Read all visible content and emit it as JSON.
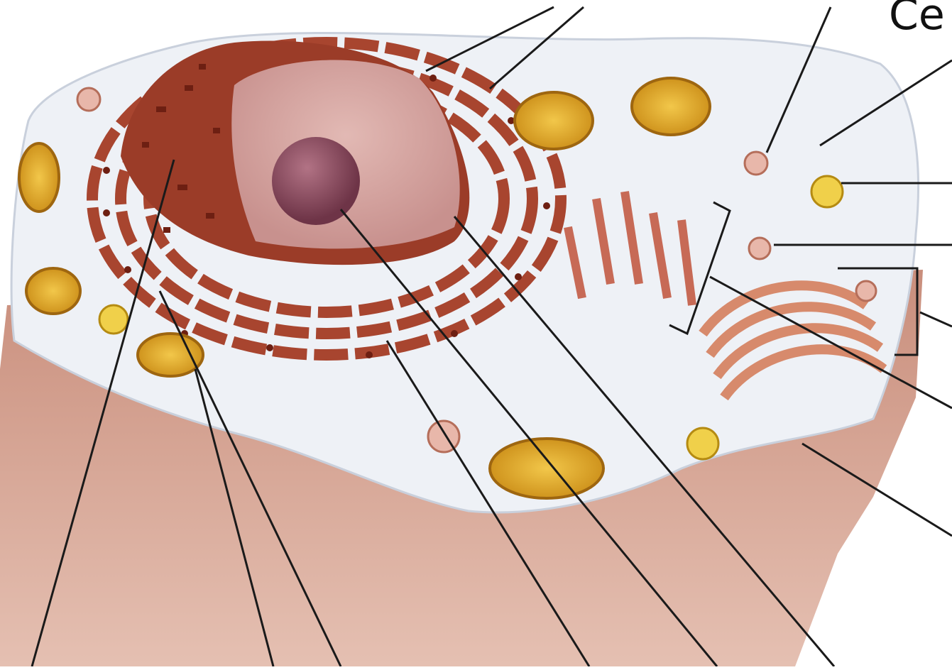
{
  "title": "Ce",
  "diagram": {
    "subject": "animal-cell-cross-section",
    "labels_visible": false,
    "leader_line_count": 15,
    "structures": [
      "nucleus-icon",
      "nucleolus-icon",
      "nuclear-envelope-icon",
      "rough-endoplasmic-reticulum-icon",
      "smooth-endoplasmic-reticulum-icon",
      "golgi-apparatus-icon",
      "mitochondrion-icon",
      "lysosome-icon",
      "vesicle-icon",
      "cell-membrane-icon",
      "cytoplasm-icon"
    ],
    "colors": {
      "cytoplasm": "#eef1f6",
      "base": "#c98e7c",
      "nucleus": "#d7a7a3",
      "nucleolus": "#8b4d5e",
      "er": "#a8452f",
      "mitochondria": "#d8a21f",
      "golgi": "#d78a6c",
      "lines": "#1a1a1a"
    }
  }
}
